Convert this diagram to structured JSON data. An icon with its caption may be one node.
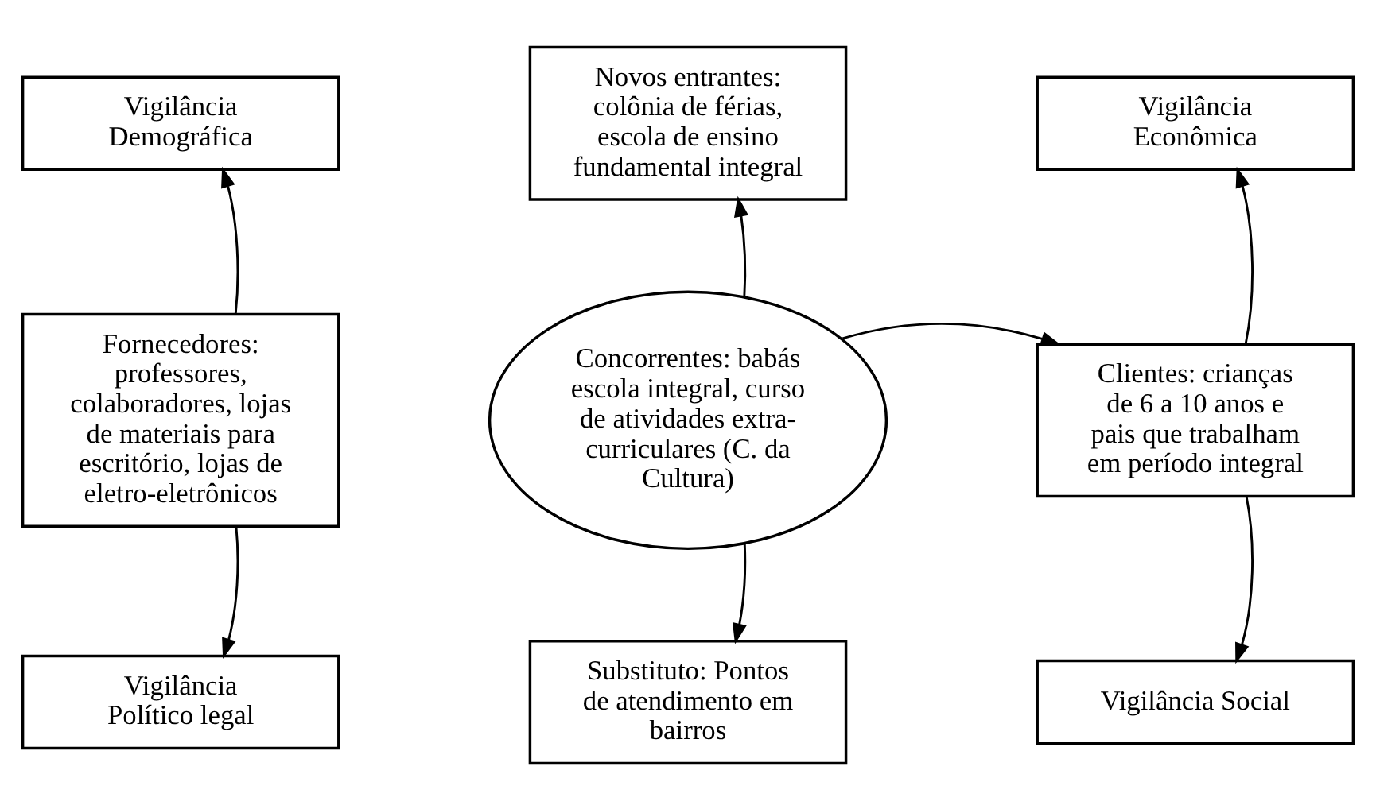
{
  "diagram": {
    "nodes": [
      {
        "text": [
          "Vigilância Demográfica"
        ]
      },
      {
        "text": [
          "Novos entrantes: colônia de férias, escola de ensino fundamental integral"
        ]
      },
      {
        "text": [
          "Vigilância Econômica"
        ]
      },
      {
        "text": [
          "Fornecedores: professores, colaboradores, lojas de materiais para escritório, lojas de eletro-eletrônicos"
        ]
      },
      {
        "text": [
          "Concorrentes: babás escola integral, curso de atividades extra-curriculares (C. da Cultura)"
        ]
      },
      {
        "text": [
          "Clientes: crianças de 6 a 10 anos e pais que trabalham em período integral"
        ]
      },
      {
        "text": [
          "Vigilância Político legal"
        ]
      },
      {
        "text": [
          "Substituto: Pontos de atendimento em bairros"
        ]
      },
      {
        "text": [
          "Vigilância Social"
        ]
      }
    ],
    "edges": [
      {
        "from": 3,
        "to": 0,
        "arrow": "to"
      },
      {
        "from": 4,
        "to": 1,
        "arrow": "to"
      },
      {
        "from": 5,
        "to": 2,
        "arrow": "to"
      },
      {
        "from": 4,
        "to": 5,
        "arrow": "to"
      },
      {
        "from": 3,
        "to": 6,
        "arrow": "to"
      },
      {
        "from": 4,
        "to": 7,
        "arrow": "to"
      },
      {
        "from": 5,
        "to": 8,
        "arrow": "to"
      }
    ]
  }
}
